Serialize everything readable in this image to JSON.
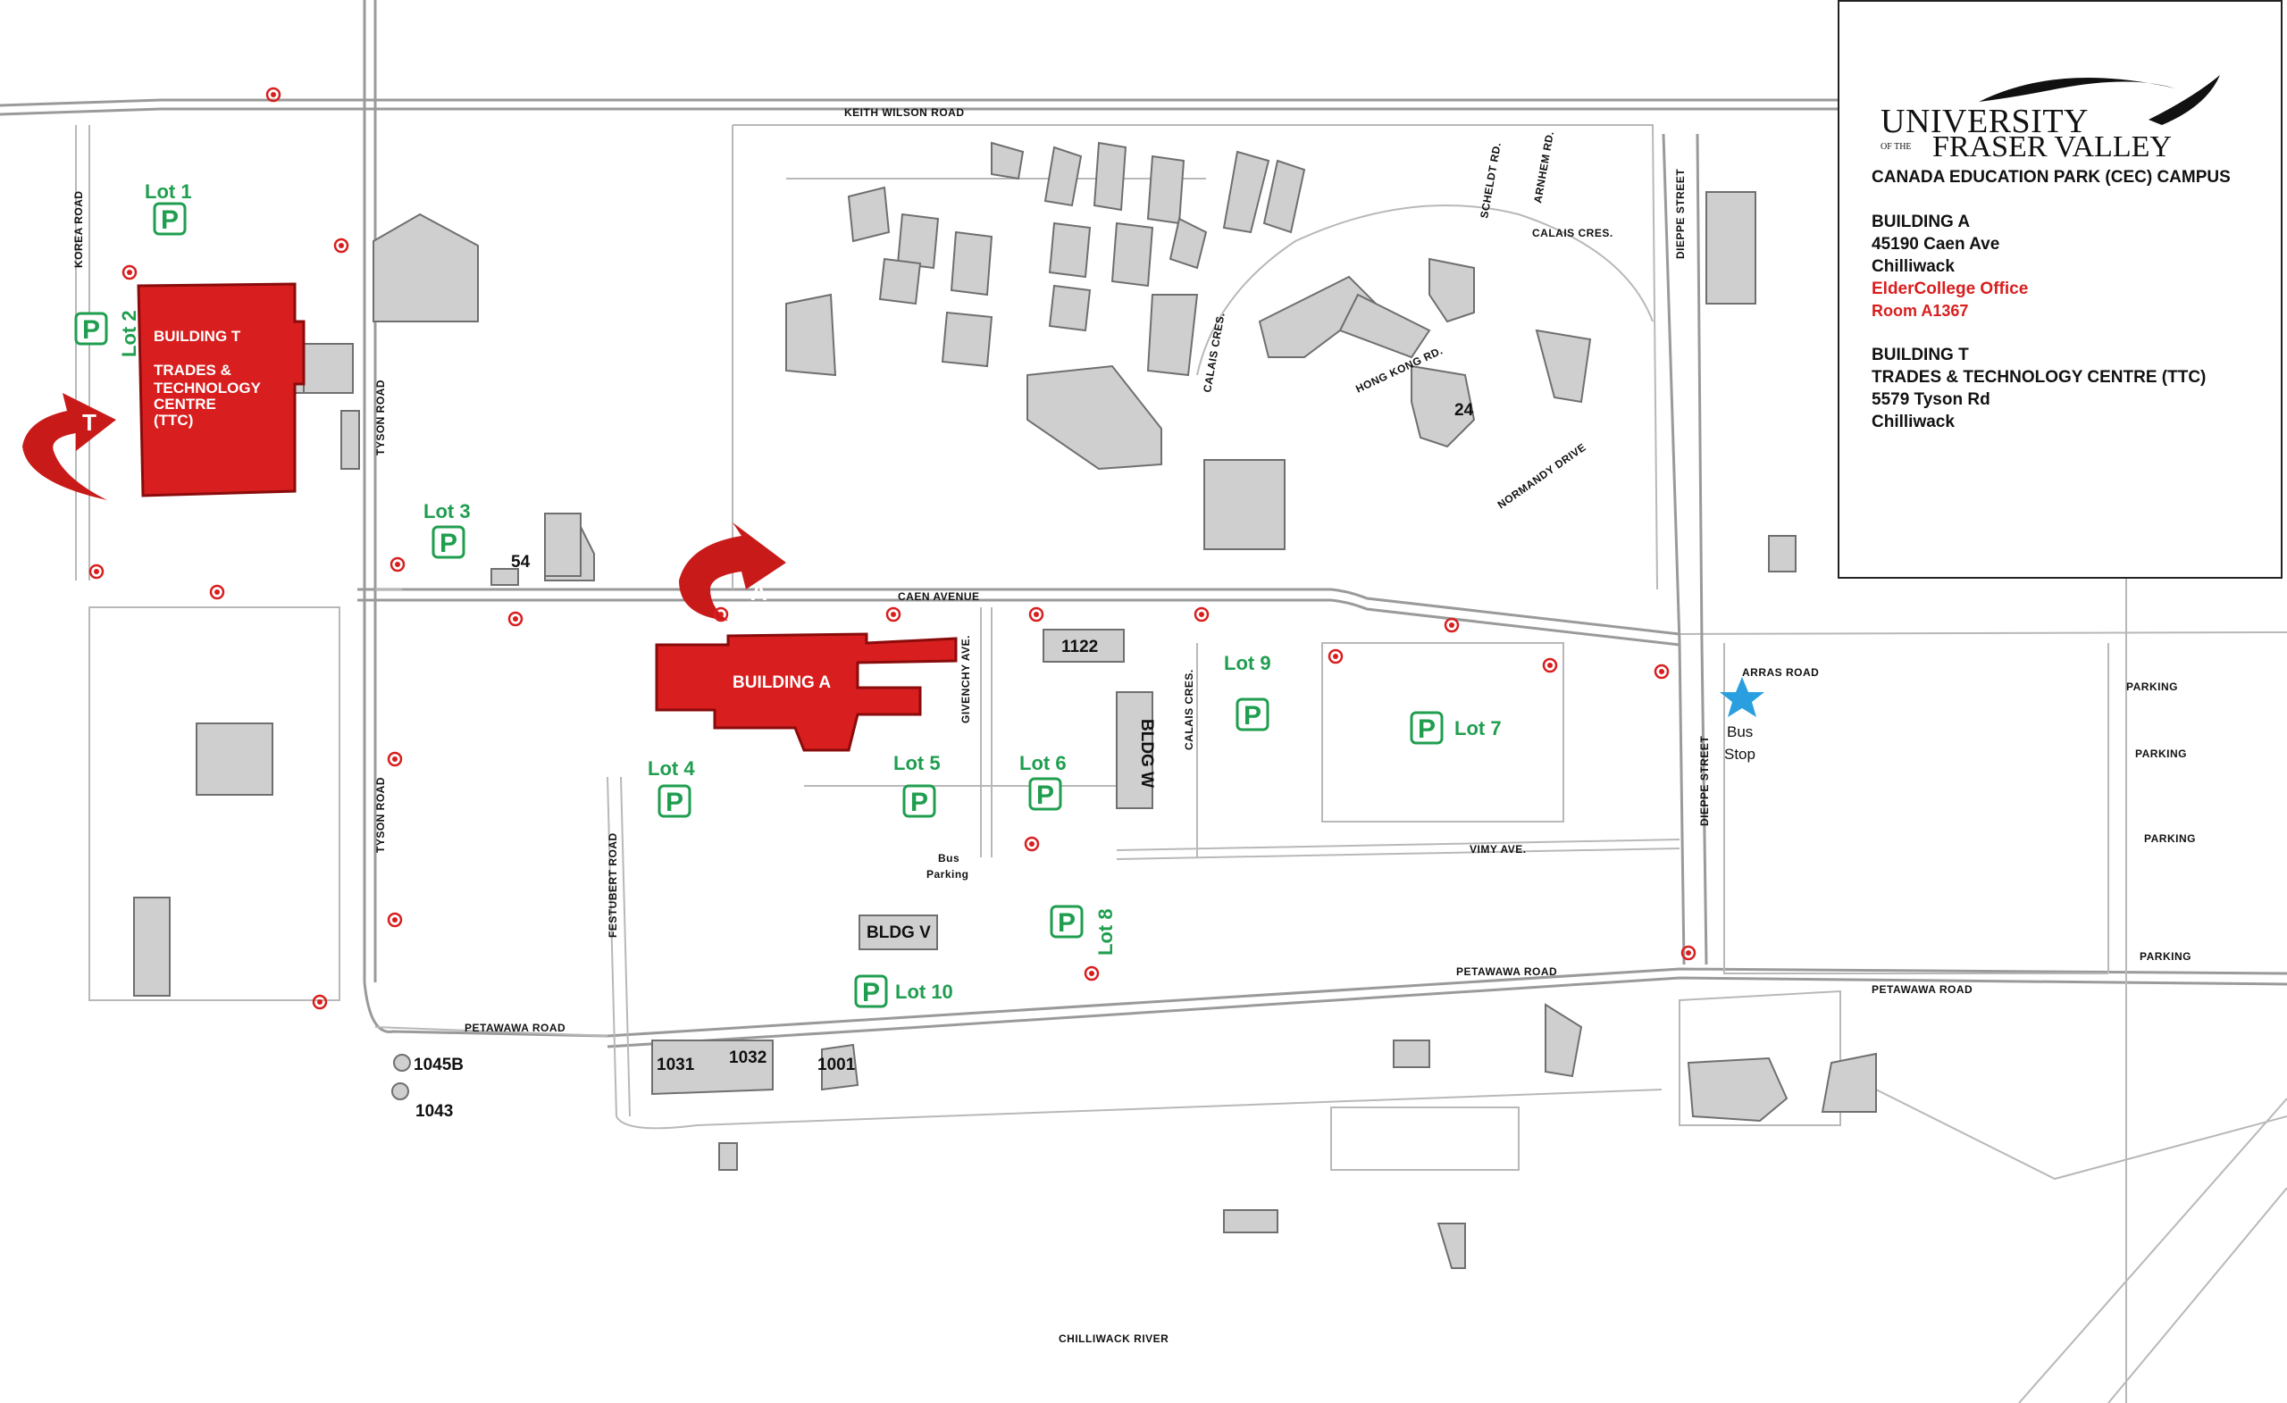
{
  "info": {
    "logo_text_1": "UNIVERSITY",
    "logo_text_2": "OF THE",
    "logo_text_3": "FRASER VALLEY",
    "campus_title": "CANADA EDUCATION PARK (CEC) CAMPUS",
    "bldg_a_title": "BUILDING A",
    "bldg_a_addr1": "45190 Caen Ave",
    "bldg_a_addr2": "Chilliwack",
    "bldg_a_office": "ElderCollege Office",
    "bldg_a_room": "Room A1367",
    "bldg_t_title": "BUILDING T",
    "bldg_t_name": "TRADES & TECHNOLOGY CENTRE (TTC)",
    "bldg_t_addr1": "5579 Tyson Rd",
    "bldg_t_addr2": "Chilliwack"
  },
  "streets": {
    "keith_wilson": "KEITH WILSON ROAD",
    "korea": "KOREA ROAD",
    "tyson_north": "TYSON ROAD",
    "tyson_south": "TYSON ROAD",
    "caen": "CAEN AVENUE",
    "givenchy": "GIVENCHY AVE.",
    "calais_cres_w": "CALAIS CRES.",
    "calais_cres_s": "CALAIS CRES.",
    "calais_cres_n": "CALAIS CRES.",
    "scheldt": "SCHELDT RD.",
    "arnhem": "ARNHEM RD.",
    "hong_kong": "HONG KONG RD.",
    "normandy": "NORMANDY DRIVE",
    "dieppe_north": "DIEPPE STREET",
    "dieppe_south": "DIEPPE STREET",
    "arras": "ARRAS ROAD",
    "festubert": "FESTUBERT ROAD",
    "vimy": "VIMY AVE.",
    "petawawa_w": "PETAWAWA ROAD",
    "petawawa_c": "PETAWAWA ROAD",
    "petawawa_e": "PETAWAWA ROAD",
    "river": "CHILLIWACK RIVER",
    "parking_1": "PARKING",
    "parking_2": "PARKING",
    "parking_3": "PARKING",
    "parking_4": "PARKING"
  },
  "lots": {
    "lot1": "Lot 1",
    "lot2": "Lot 2",
    "lot3": "Lot 3",
    "lot4": "Lot 4",
    "lot5": "Lot 5",
    "lot6": "Lot 6",
    "lot7": "Lot 7",
    "lot8": "Lot 8",
    "lot9": "Lot 9",
    "lot10": "Lot 10",
    "p": "P"
  },
  "buildings": {
    "t_line1": "BUILDING T",
    "t_line2": "TRADES &",
    "t_line3": "TECHNOLOGY",
    "t_line4": "CENTRE",
    "t_line5": "(TTC)",
    "a_label": "BUILDING A",
    "w_label": "BLDG W",
    "v_label": "BLDG V",
    "b1122": "1122",
    "b54": "54",
    "b24": "24",
    "b1031": "1031",
    "b1032": "1032",
    "b1001": "1001",
    "b1045b": "1045B",
    "b1043": "1043",
    "bus_parking_1": "Bus",
    "bus_parking_2": "Parking",
    "bus_stop_1": "Bus",
    "bus_stop_2": "Stop"
  },
  "markers": {
    "t": "T",
    "a": "A"
  },
  "colors": {
    "building_highlight": "#d81e1e",
    "parking_green": "#1f9e4f",
    "bus_stop_blue": "#2a9fe0",
    "building_gray": "#cfcfcf"
  }
}
